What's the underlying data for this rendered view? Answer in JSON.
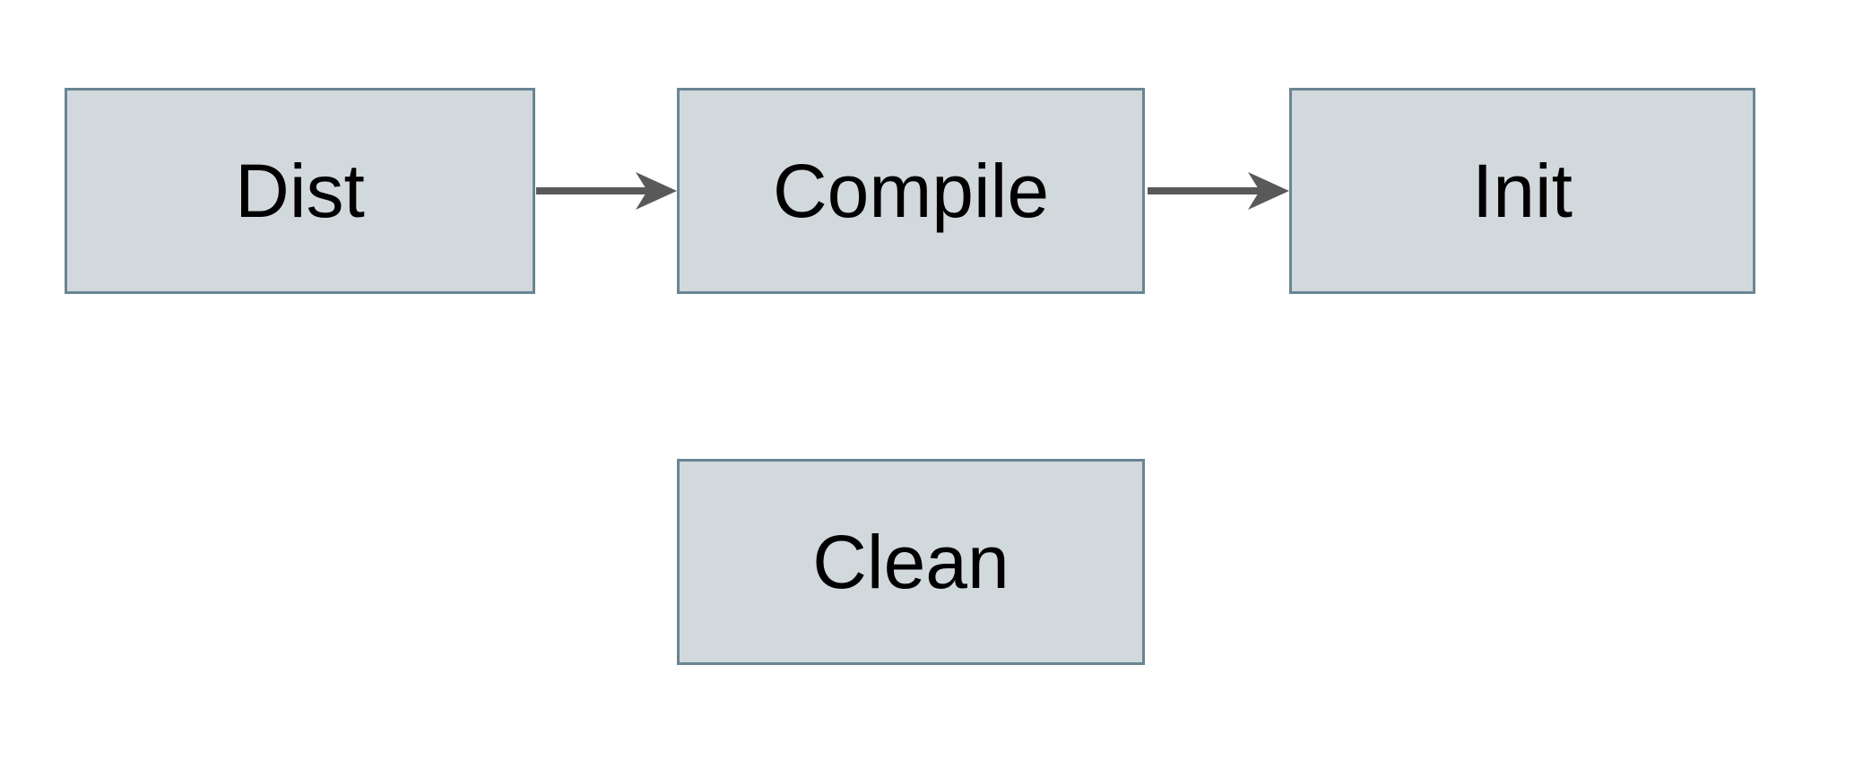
{
  "diagram": {
    "title": "",
    "colors": {
      "canvas_bg": "#ffffff",
      "node_fill": "#d2d9dc",
      "node_border": "#6a8593",
      "arrow_color": "#595959",
      "text_color": "#000000"
    },
    "nodes": [
      {
        "id": "dist",
        "label": "Dist"
      },
      {
        "id": "compile",
        "label": "Compile"
      },
      {
        "id": "init",
        "label": "Init"
      },
      {
        "id": "clean",
        "label": "Clean"
      }
    ],
    "edges": [
      {
        "from": "dist",
        "to": "compile"
      },
      {
        "from": "compile",
        "to": "init"
      }
    ]
  }
}
